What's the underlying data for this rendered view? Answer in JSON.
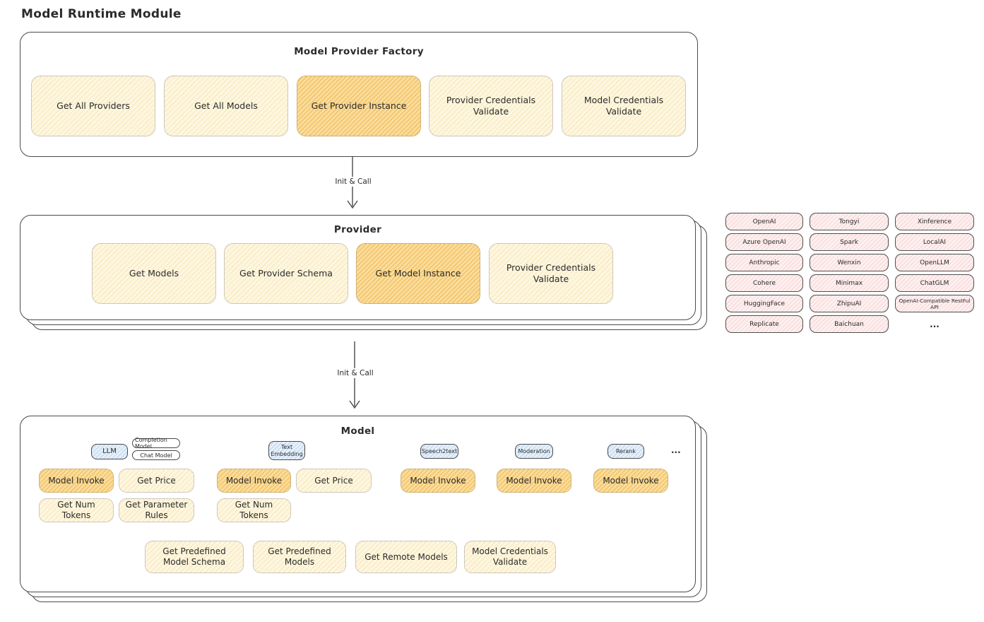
{
  "page_title": "Model Runtime Module",
  "arrow_label": "Init & Call",
  "colors": {
    "ink": "#2b2b2b",
    "box_border": "#4a4a4a",
    "button_yellow": "#fdf7e1",
    "button_orange_highlight": "#f9e2ac",
    "chip_pink": "#fdf0f0",
    "chip_blue": "#e6f0fa"
  },
  "factory": {
    "title": "Model Provider Factory",
    "buttons": [
      {
        "label": "Get All Providers"
      },
      {
        "label": "Get All Models"
      },
      {
        "label": "Get Provider Instance"
      },
      {
        "label": "Provider Credentials Validate"
      },
      {
        "label": "Model Credentials Validate"
      }
    ]
  },
  "provider": {
    "title": "Provider",
    "buttons": [
      {
        "label": "Get Models"
      },
      {
        "label": "Get Provider Schema"
      },
      {
        "label": "Get Model Instance"
      },
      {
        "label": "Provider Credentials Validate"
      }
    ]
  },
  "provider_list": {
    "rows": [
      [
        "OpenAI",
        "Tongyi",
        "Xinference"
      ],
      [
        "Azure OpenAI",
        "Spark",
        "LocalAI"
      ],
      [
        "Anthropic",
        "Wenxin",
        "OpenLLM"
      ],
      [
        "Cohere",
        "Minimax",
        "ChatGLM"
      ],
      [
        "HuggingFace",
        "ZhipuAI",
        "OpenAI-Compatible RestFul API"
      ],
      [
        "Replicate",
        "Baichuan",
        "..."
      ]
    ]
  },
  "model": {
    "title": "Model",
    "tabs": {
      "llm": "LLM",
      "completion": "Completion Model",
      "chat": "Chat Model",
      "text_embedding": "Text Embedding",
      "speech2text": "Speech2text",
      "moderation": "Moderation",
      "rerank": "Rerank",
      "more": "..."
    },
    "actions": {
      "model_invoke": "Model Invoke",
      "get_price": "Get Price",
      "get_num_tokens": "Get Num Tokens",
      "get_parameter_rules": "Get Parameter Rules",
      "get_predefined_model_schema": "Get Predefined Model Schema",
      "get_predefined_models": "Get Predefined Models",
      "get_remote_models": "Get Remote Models",
      "model_credentials_validate": "Model Credentials Validate"
    }
  }
}
